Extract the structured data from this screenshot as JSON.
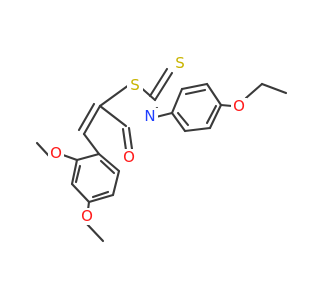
{
  "molecule": {
    "atoms": [
      {
        "id": "S1",
        "symbol": "S",
        "color": "#c8b400"
      },
      {
        "id": "S2",
        "symbol": "S",
        "color": "#c8b400"
      },
      {
        "id": "N",
        "symbol": "N",
        "color": "#1f3fff"
      },
      {
        "id": "O4",
        "symbol": "O",
        "color": "#ff1a1a"
      },
      {
        "id": "O_ethoxy",
        "symbol": "O",
        "color": "#ff1a1a"
      },
      {
        "id": "O_2methoxy",
        "symbol": "O",
        "color": "#ff1a1a"
      },
      {
        "id": "O_4methoxy",
        "symbol": "O",
        "color": "#ff1a1a"
      }
    ],
    "colors": {
      "bond": "#3a3a3a",
      "background": "#ffffff"
    }
  }
}
